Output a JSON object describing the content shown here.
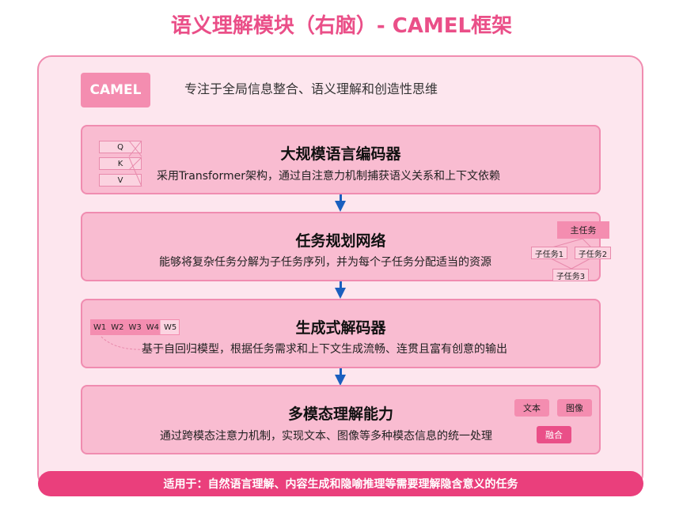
{
  "title": "语义理解模块（右脑）- CAMEL框架",
  "logo": "CAMEL",
  "tagline": "专注于全局信息整合、语义理解和创造性思维",
  "encoder": {
    "title": "大规模语言编码器",
    "desc": "采用Transformer架构，通过自注意力机制捕获语义关系和上下文依赖",
    "qkv": [
      "Q",
      "K",
      "V"
    ]
  },
  "planner": {
    "title": "任务规划网络",
    "desc": "能够将复杂任务分解为子任务序列，并为每个子任务分配适当的资源",
    "main_task": "主任务",
    "subtasks": [
      "子任务1",
      "子任务2",
      "子任务3"
    ]
  },
  "decoder": {
    "title": "生成式解码器",
    "desc": "基于自回归模型，根据任务需求和上下文生成流畅、连贯且富有创意的输出",
    "tokens": [
      "W1",
      "W2",
      "W3",
      "W4",
      "W5"
    ]
  },
  "multimodal": {
    "title": "多模态理解能力",
    "desc": "通过跨模态注意力机制，实现文本、图像等多种模态信息的统一处理",
    "text_chip": "文本",
    "image_chip": "图像",
    "fuse_chip": "融合"
  },
  "footer": "适用于：自然语言理解、内容生成和隐喻推理等需要理解隐含意义的任务",
  "colors": {
    "accent": "#ea4f88",
    "card_bg": "#f9bcd1",
    "panel_bg": "#fde6ee",
    "arrow": "#1a5fbf",
    "footer_bg": "#ea3f7c"
  }
}
